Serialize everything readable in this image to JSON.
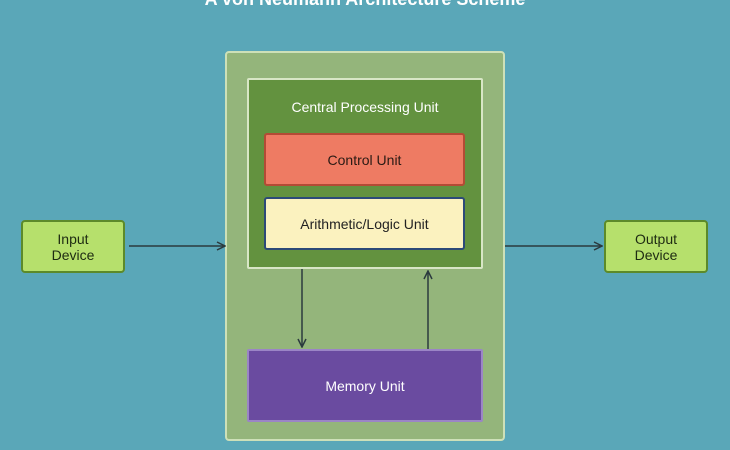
{
  "title": "A von Neumann Architecture Scheme",
  "cpu": {
    "label": "Central Processing Unit"
  },
  "control_unit": {
    "label": "Control Unit"
  },
  "alu": {
    "label": "Arithmetic/Logic Unit"
  },
  "memory_unit": {
    "label": "Memory Unit"
  },
  "input_device": {
    "label_line1": "Input",
    "label_line2": "Device"
  },
  "output_device": {
    "label_line1": "Output",
    "label_line2": "Device"
  },
  "colors": {
    "background": "#5aa7b8",
    "system_box": "#94b57b",
    "cpu": "#63923f",
    "control_unit": "#ee7b63",
    "alu": "#fbf2bf",
    "memory_unit": "#6a4ba0",
    "device": "#b6e06c",
    "arrow": "#2b3a3e"
  }
}
